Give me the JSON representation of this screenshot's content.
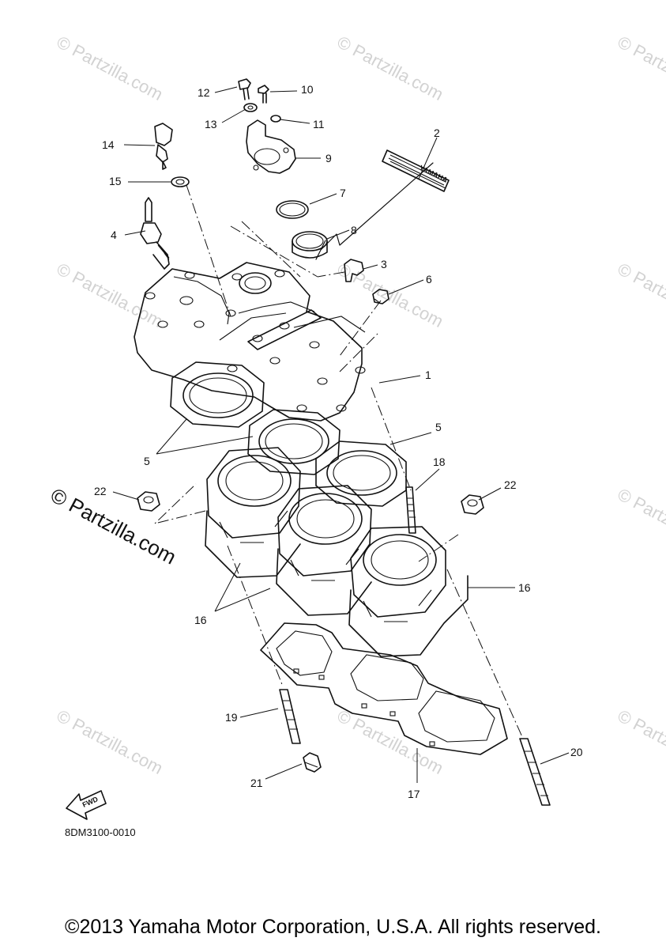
{
  "watermark": {
    "text": "© Partzilla.com",
    "large_text": "© Partzilla.com"
  },
  "diagram_code": "8DM3100-0010",
  "fwd_label": "FWD",
  "brand_label": "YAMAHA",
  "callouts": {
    "c1": "1",
    "c2": "2",
    "c3": "3",
    "c4": "4",
    "c5a": "5",
    "c5b": "5",
    "c6": "6",
    "c7": "7",
    "c8": "8",
    "c9": "9",
    "c10": "10",
    "c11": "11",
    "c12": "12",
    "c13": "13",
    "c14": "14",
    "c15": "15",
    "c16a": "16",
    "c16b": "16",
    "c17": "17",
    "c18": "18",
    "c19": "19",
    "c20": "20",
    "c21": "21",
    "c22a": "22",
    "c22b": "22"
  },
  "copyright": "©2013 Yamaha Motor Corporation, U.S.A. All rights reserved."
}
